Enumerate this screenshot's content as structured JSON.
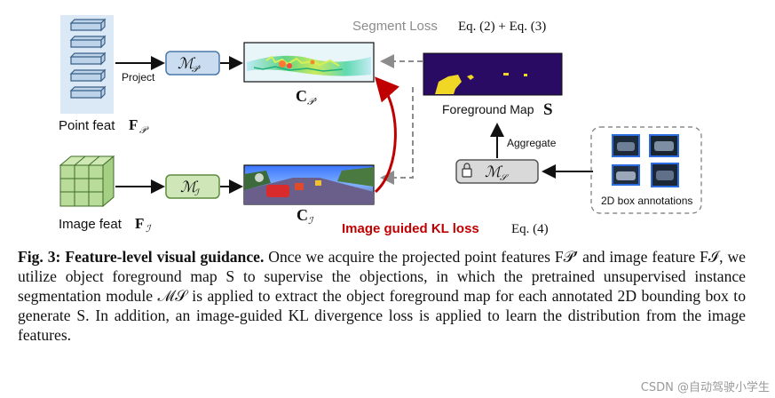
{
  "diagram": {
    "point_feat_label": "Point feat",
    "point_feat_symbol": "F",
    "point_feat_sub": "𝒫",
    "image_feat_label": "Image feat",
    "image_feat_symbol": "F",
    "image_feat_sub": "ℐ",
    "project_label": "Project",
    "module_point": "ℳ",
    "module_point_sub": "𝒫′",
    "module_image": "ℳ",
    "module_image_sub": "ℐ",
    "c_point": "C",
    "c_point_sub": "𝒫′",
    "c_image": "C",
    "c_image_sub": "ℐ",
    "segment_loss": "Segment Loss",
    "segment_eq": "Eq. (2) + Eq. (3)",
    "foreground_map": "Foreground Map",
    "foreground_symbol": "S",
    "aggregate": "Aggregate",
    "module_s": "ℳ",
    "module_s_sub": "𝒮",
    "box_annotations": "2D box annotations",
    "kl_loss": "Image guided KL loss",
    "kl_eq": "Eq. (4)"
  },
  "caption": {
    "fig_label": "Fig. 3:",
    "title": "Feature-level visual guidance.",
    "text": "Once we acquire the projected point features F𝒫′ and image feature Fℐ, we utilize object foreground map S to supervise the objections, in which the pretrained unsupervised instance segmentation module ℳ𝒮 is applied to extract the object foreground map for each annotated 2D bounding box to generate S. In addition, an image-guided KL divergence loss is applied to learn the distribution from the image features."
  },
  "watermark": "CSDN @自动驾驶小学生",
  "colors": {
    "module_blue_fill": "#c9dcf0",
    "module_green_fill": "#cfe6b8",
    "point_stack_blue": "#bcd3ea",
    "image_grid_green": "#b9dc9a",
    "segmap_purple": "#2a0b64",
    "segmap_yellow": "#f0d625",
    "kl_red": "#c00000",
    "dashed_gray": "#8c8c8c"
  }
}
